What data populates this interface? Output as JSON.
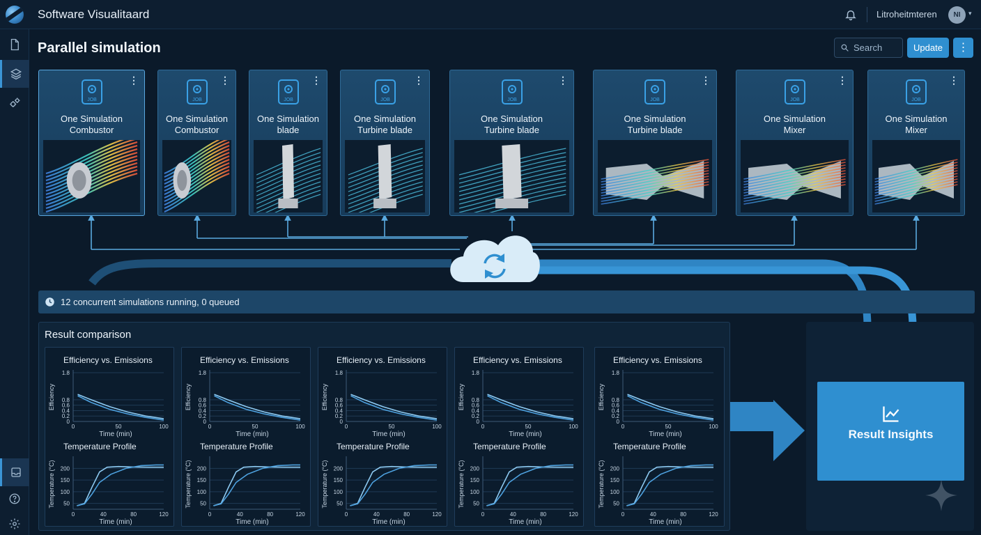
{
  "app": {
    "title": "Software Visualitaard"
  },
  "user": {
    "name": "Litroheitmteren",
    "initials": "NI"
  },
  "page": {
    "title": "Parallel simulation"
  },
  "toolbar": {
    "search_placeholder": "Search",
    "update_label": "Update"
  },
  "jobs": [
    {
      "badge": "JOB",
      "line1": "One Simulation",
      "line2": "Combustor"
    },
    {
      "badge": "JOB",
      "line1": "One Simulation",
      "line2": "Combustor"
    },
    {
      "badge": "JOB",
      "line1": "One Simulation",
      "line2": "blade"
    },
    {
      "badge": "JOB",
      "line1": "One Simulation",
      "line2": "Turbine blade"
    },
    {
      "badge": "JOB",
      "line1": "One Simulation",
      "line2": "Turbine blade"
    },
    {
      "badge": "JOB",
      "line1": "One Simulation",
      "line2": "Turbine blade"
    },
    {
      "badge": "JOB",
      "line1": "One Simulation",
      "line2": "Mixer"
    },
    {
      "badge": "JOB",
      "line1": "One Simulation",
      "line2": "Mixer"
    }
  ],
  "status": {
    "text": "12 concurrent simulations running, 0 queued"
  },
  "results": {
    "title": "Result comparison"
  },
  "insights": {
    "label": "Result Insights"
  },
  "colors": {
    "accent": "#2f8fd0",
    "background": "#0b1a2a",
    "card": "#1e4a6d",
    "line": "#64b4ee"
  },
  "chart_data": [
    {
      "type": "line",
      "title": "Efficiency vs. Emissions",
      "xlabel": "Time (min)",
      "ylabel": "Efficiency",
      "xlim": [
        0,
        100
      ],
      "ylim": [
        0,
        1.8
      ],
      "xticks": [
        0,
        50,
        100
      ],
      "yticks": [
        0,
        0.2,
        0.4,
        0.6,
        0.8,
        1.8
      ],
      "series": [
        {
          "x": [
            5,
            20,
            40,
            60,
            80,
            100
          ],
          "y": [
            1.0,
            0.8,
            0.55,
            0.35,
            0.2,
            0.1
          ]
        },
        {
          "x": [
            5,
            20,
            40,
            60,
            80,
            100
          ],
          "y": [
            0.95,
            0.7,
            0.45,
            0.28,
            0.15,
            0.05
          ]
        }
      ]
    },
    {
      "type": "line",
      "title": "Temperature Profile",
      "xlabel": "Time (min)",
      "ylabel": "Temperature (°C)",
      "xlim": [
        0,
        120
      ],
      "ylim": [
        25,
        240
      ],
      "xticks": [
        0,
        40,
        80,
        120
      ],
      "yticks": [
        50,
        100,
        150,
        200
      ],
      "series": [
        {
          "x": [
            5,
            15,
            25,
            35,
            45,
            60,
            80,
            100,
            120
          ],
          "y": [
            40,
            50,
            120,
            185,
            205,
            208,
            206,
            205,
            205
          ]
        },
        {
          "x": [
            5,
            15,
            25,
            35,
            50,
            70,
            90,
            110,
            120
          ],
          "y": [
            40,
            48,
            90,
            140,
            175,
            200,
            212,
            215,
            215
          ]
        }
      ]
    }
  ]
}
